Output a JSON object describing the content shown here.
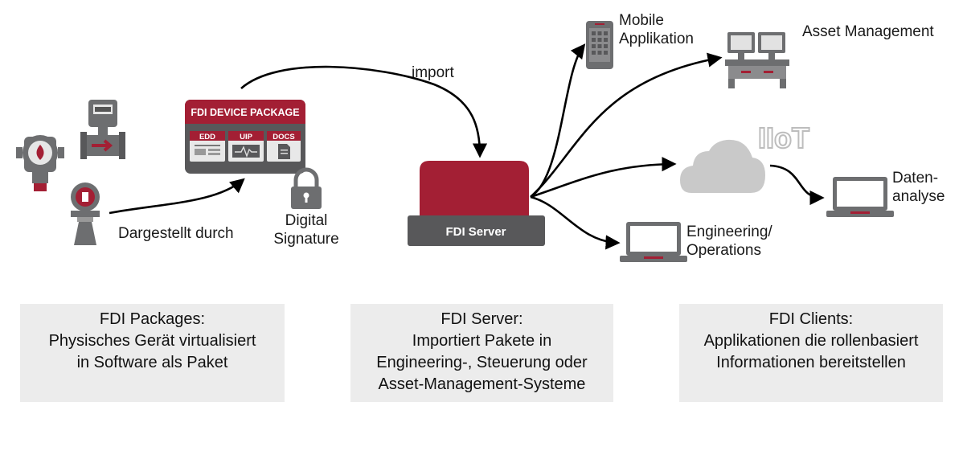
{
  "labels": {
    "dargestellt": "Dargestellt durch",
    "signature_line1": "Digital",
    "signature_line2": "Signature",
    "import": "import",
    "mobile_line1": "Mobile",
    "mobile_line2": "Applikation",
    "asset_management": "Asset Management",
    "iiot": "IIoT",
    "daten_line1": "Daten-",
    "daten_line2": "analyse",
    "engineering_line1": "Engineering/",
    "engineering_line2": "Operations"
  },
  "package": {
    "title": "FDI DEVICE PACKAGE",
    "tabs": [
      "EDD",
      "UIP",
      "DOCS"
    ]
  },
  "server": {
    "label": "FDI Server"
  },
  "boxes": [
    {
      "lines": [
        "FDI Packages:",
        "Physisches Gerät virtualisiert",
        "in Software als Paket"
      ]
    },
    {
      "lines": [
        "FDI Server:",
        "Importiert Pakete in",
        "Engineering-, Steuerung oder",
        "Asset-Management-Systeme"
      ]
    },
    {
      "lines": [
        "FDI Clients:",
        "Applikationen die rollenbasiert",
        "Informationen bereitstellen"
      ]
    }
  ],
  "colors": {
    "accent": "#a31f34",
    "dark": "#58585a",
    "device_grey": "#6d6e70",
    "cloud": "#c9c9c9",
    "box_bg": "#ececec"
  }
}
